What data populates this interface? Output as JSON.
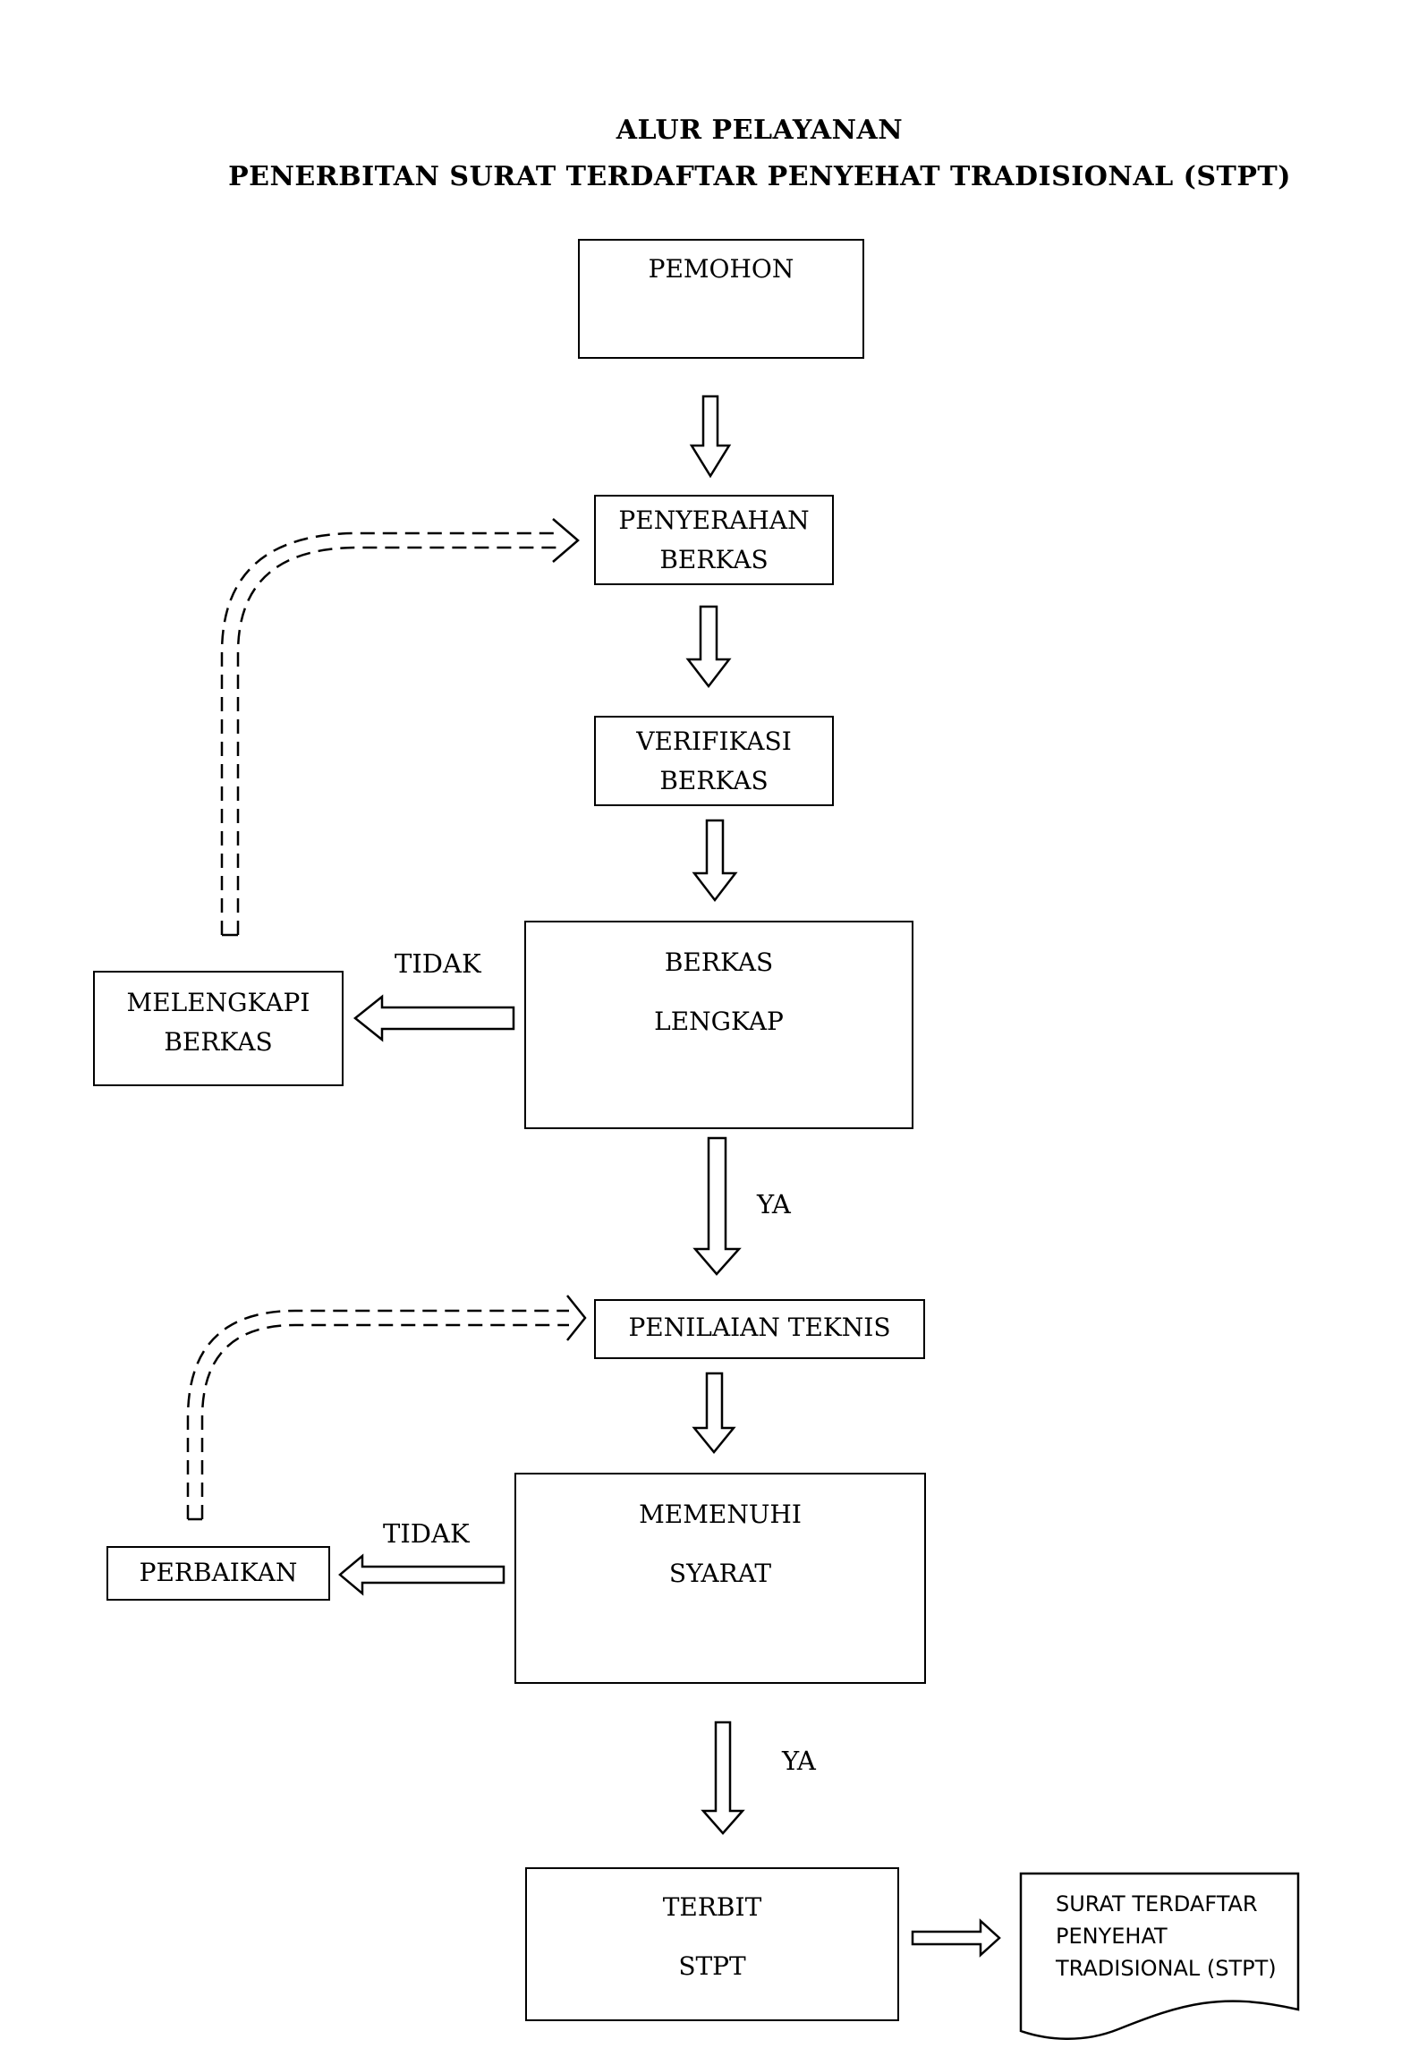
{
  "title": {
    "line1": "ALUR PELAYANAN",
    "line2": "PENERBITAN SURAT TERDAFTAR PENYEHAT TRADISIONAL (STPT)"
  },
  "nodes": {
    "pemohon": "PEMOHON",
    "penyerahan": [
      "PENYERAHAN",
      "BERKAS"
    ],
    "verifikasi": [
      "VERIFIKASI",
      "BERKAS"
    ],
    "berkas_lengkap": [
      "BERKAS",
      "LENGKAP"
    ],
    "melengkapi": [
      "MELENGKAPI",
      "BERKAS"
    ],
    "penilaian": "PENILAIAN TEKNIS",
    "memenuhi": [
      "MEMENUHI",
      "SYARAT"
    ],
    "perbaikan": "PERBAIKAN",
    "terbit": [
      "TERBIT",
      "STPT"
    ],
    "document": [
      "SURAT TERDAFTAR",
      "PENYEHAT",
      "TRADISIONAL (STPT)"
    ]
  },
  "edge_labels": {
    "tidak_1": "TIDAK",
    "ya_1": "YA",
    "tidak_2": "TIDAK",
    "ya_2": "YA"
  }
}
